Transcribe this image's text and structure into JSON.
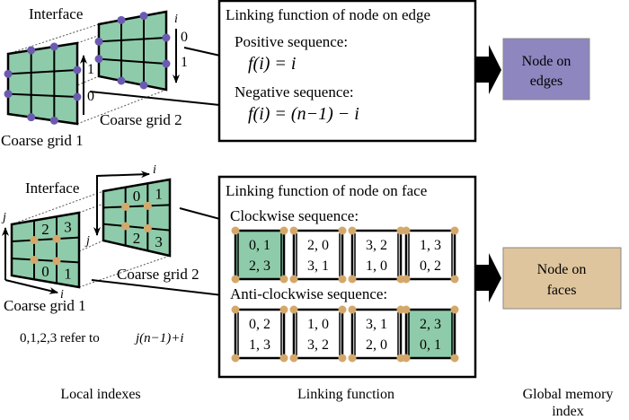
{
  "colors": {
    "grid_fill": "#8ecbaa",
    "edge_node": "#6b5bb0",
    "face_node": "#d4a86a",
    "edges_box": "#8e86bf",
    "faces_box": "#dfc59d",
    "highlight_cell": "#8ecbaa"
  },
  "top": {
    "interface_label": "Interface",
    "grid1_label": "Coarse grid 1",
    "grid2_label": "Coarse grid 2",
    "axis_i": "i",
    "grid1_idx": [
      "0",
      "1"
    ],
    "grid2_idx": [
      "0",
      "1"
    ],
    "box": {
      "title": "Linking function of node on edge",
      "positive_label": "Positive sequence:",
      "positive_formula": "f(i) = i",
      "negative_label": "Negative sequence:",
      "negative_formula": "f(i) = (n−1) − i"
    },
    "result": {
      "line1": "Node on",
      "line2": "edges"
    }
  },
  "bottom": {
    "interface_label": "Interface",
    "grid1_label": "Coarse grid 1",
    "grid2_label": "Coarse grid 2",
    "axis_i": "i",
    "axis_j": "j",
    "grid1_cells": [
      "2",
      "3",
      "0",
      "1"
    ],
    "grid2_cells": [
      "0",
      "1",
      "2",
      "3"
    ],
    "note_text": "0,1,2,3 refer to",
    "note_formula": "j(n−1)+i",
    "box": {
      "title": "Linking function of node on face",
      "clockwise_label": "Clockwise sequence:",
      "anticlockwise_label": "Anti-clockwise sequence:",
      "clockwise": [
        {
          "top": "0, 1",
          "bottom": "2, 3",
          "highlight": true
        },
        {
          "top": "2, 0",
          "bottom": "3, 1",
          "highlight": false
        },
        {
          "top": "3, 2",
          "bottom": "1, 0",
          "highlight": false
        },
        {
          "top": "1, 3",
          "bottom": "0, 2",
          "highlight": false
        }
      ],
      "anticlockwise": [
        {
          "top": "0, 2",
          "bottom": "1, 3",
          "highlight": false
        },
        {
          "top": "1, 0",
          "bottom": "3, 2",
          "highlight": false
        },
        {
          "top": "3, 1",
          "bottom": "2, 0",
          "highlight": false
        },
        {
          "top": "2, 3",
          "bottom": "0, 1",
          "highlight": true
        }
      ]
    },
    "result": {
      "line1": "Node on",
      "line2": "faces"
    }
  },
  "footer": {
    "col1": "Local indexes",
    "col2": "Linking function",
    "col3_line1": "Global memory",
    "col3_line2": "index"
  }
}
